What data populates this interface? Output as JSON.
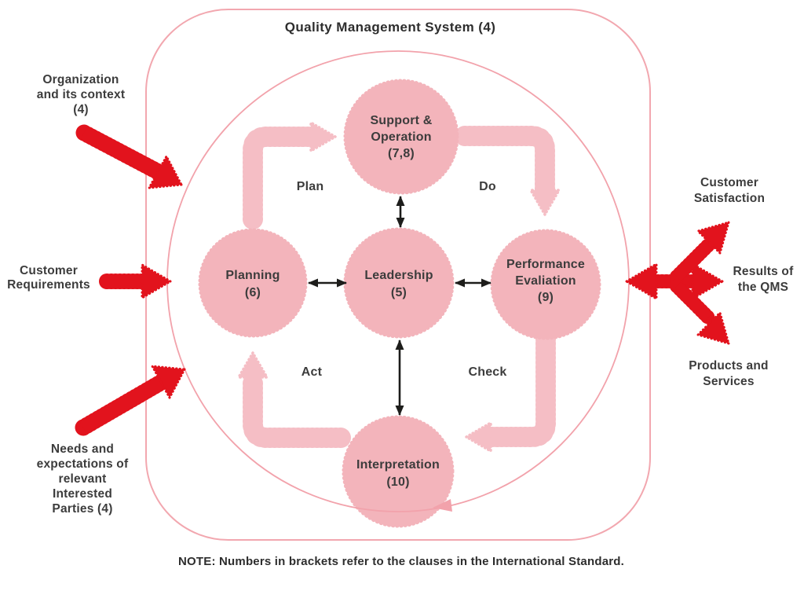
{
  "title": "Quality Management System (4)",
  "note": "NOTE: Numbers in brackets refer to the clauses in the International Standard.",
  "colors": {
    "circle_pink": "#f3b4bb",
    "cycle_arrow_pink": "#f5bec5",
    "outline_pink": "#f2a7af",
    "input_red": "#e2131d",
    "text_dark": "#3c3c3c",
    "connector_black": "#1d1d1b"
  },
  "circles": {
    "support": {
      "lines": [
        "Support &",
        "Operation",
        "(7,8)"
      ]
    },
    "planning": {
      "lines": [
        "Planning",
        "(6)"
      ]
    },
    "leadership": {
      "lines": [
        "Leadership",
        "(5)"
      ]
    },
    "performance": {
      "lines": [
        "Performance",
        "Evaliation",
        "(9)"
      ]
    },
    "interpretation": {
      "lines": [
        "Interpretation",
        "(10)"
      ]
    }
  },
  "cycle": {
    "plan": "Plan",
    "do": "Do",
    "check": "Check",
    "act": "Act"
  },
  "inputs": {
    "organization": {
      "lines": [
        "Organization",
        "and its context",
        "(4)"
      ]
    },
    "customer_requirements": {
      "lines": [
        "Customer",
        "Requirements"
      ]
    },
    "needs": {
      "lines": [
        "Needs and",
        "expectations of",
        "relevant",
        "Interested",
        "Parties (4)"
      ]
    }
  },
  "outputs": {
    "customer_satisfaction": {
      "lines": [
        "Customer",
        "Satisfaction"
      ]
    },
    "results": {
      "lines": [
        "Results of",
        "the QMS"
      ]
    },
    "products": {
      "lines": [
        "Products and",
        "Services"
      ]
    }
  }
}
